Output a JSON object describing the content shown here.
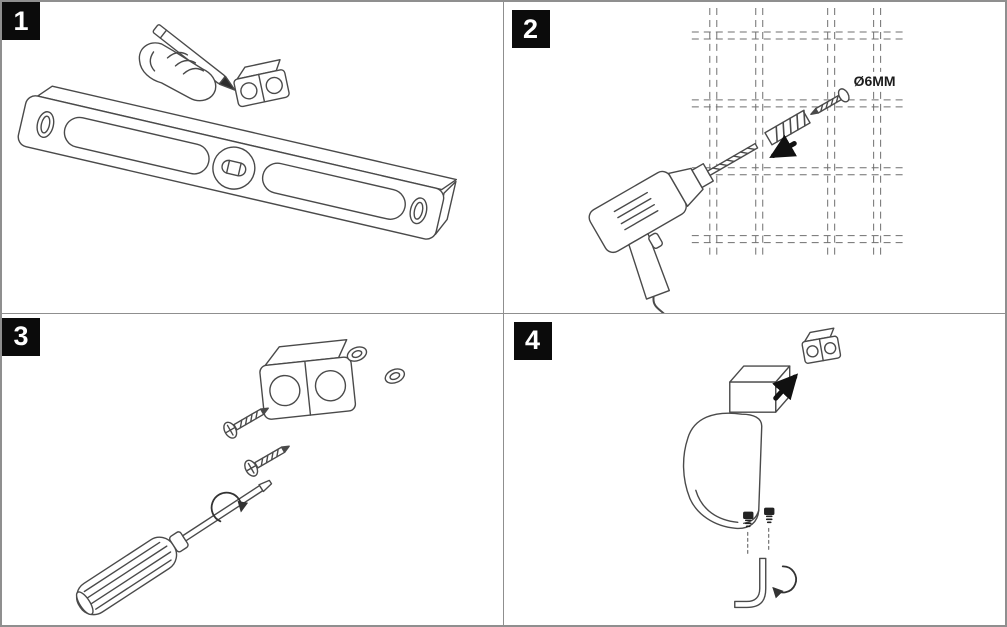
{
  "sheet": {
    "kind": "assembly-instruction-diagram",
    "step_count": "4"
  },
  "panels": [
    {
      "number": "1",
      "illustration": "pencil-marking-holes-and-spirit-level"
    },
    {
      "number": "2",
      "illustration": "electric-drill-wall-grid-anchor-screw",
      "diameter_label": "Ø6MM"
    },
    {
      "number": "3",
      "illustration": "screws-washers-bracket-screwdriver"
    },
    {
      "number": "4",
      "illustration": "paper-holder-set-screws-hex-key"
    }
  ],
  "colors": {
    "background": "#ffffff",
    "line_art": "#4a4a4a",
    "badge_background": "#0b0b0b",
    "badge_text": "#ffffff",
    "border": "#8f8f8f"
  }
}
